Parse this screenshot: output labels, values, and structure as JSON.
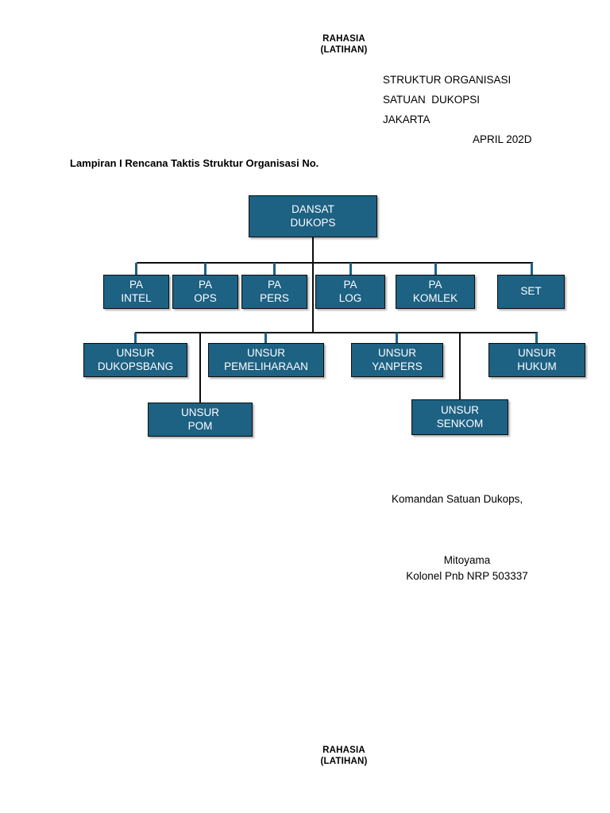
{
  "document": {
    "classification_top": "RAHASIA\n(LATIHAN)",
    "classification_bottom": "RAHASIA\n(LATIHAN)",
    "header": {
      "line1": "STRUKTUR ORGANISASI",
      "line2": "SATUAN  DUKOPSI",
      "line3": "JAKARTA",
      "line4": "APRIL 202D"
    },
    "attachment_label": "Lampiran I Rencana Taktis Struktur Organisasi No.",
    "signature": {
      "title": "Komandan Satuan Dukops,",
      "name": "Mitoyama",
      "rank": "Kolonel Pnb NRP 503337"
    }
  },
  "chart_data": {
    "type": "diagram",
    "title": "STRUKTUR ORGANISASI SATUAN DUKOPSI",
    "box_fill": "#1d6183",
    "box_text_color": "#ffffff",
    "connector_color": "#0d0d0d",
    "connector_stub_color": "#1d6183",
    "levels": [
      {
        "level": 1,
        "nodes": [
          {
            "id": "dansat",
            "label": "DANSAT\nDUKOPS"
          }
        ]
      },
      {
        "level": 2,
        "nodes": [
          {
            "id": "pa-intel",
            "label": "PA\nINTEL"
          },
          {
            "id": "pa-ops",
            "label": "PA\nOPS"
          },
          {
            "id": "pa-pers",
            "label": "PA\nPERS"
          },
          {
            "id": "pa-log",
            "label": "PA\nLOG"
          },
          {
            "id": "pa-komlek",
            "label": "PA\nKOMLEK"
          },
          {
            "id": "set",
            "label": "SET"
          }
        ]
      },
      {
        "level": 3,
        "nodes": [
          {
            "id": "unsur-dukopsbang",
            "label": "UNSUR\nDUKOPSBANG"
          },
          {
            "id": "unsur-pemeliharaan",
            "label": "UNSUR\nPEMELIHARAAN"
          },
          {
            "id": "unsur-yanpers",
            "label": "UNSUR\nYANPERS"
          },
          {
            "id": "unsur-hukum",
            "label": "UNSUR\nHUKUM"
          }
        ]
      },
      {
        "level": 4,
        "nodes": [
          {
            "id": "unsur-pom",
            "label": "UNSUR\nPOM"
          },
          {
            "id": "unsur-senkom",
            "label": "UNSUR\nSENKOM"
          }
        ]
      }
    ]
  }
}
